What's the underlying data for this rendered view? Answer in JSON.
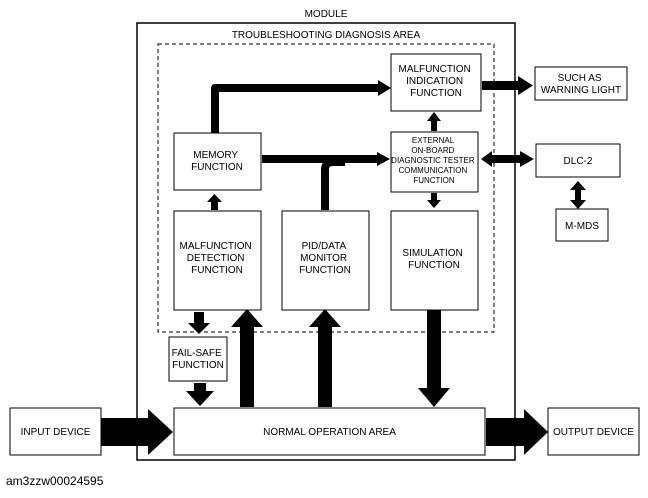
{
  "module_label": "MODULE",
  "area_label": "TROUBLESHOOTING DIAGNOSIS AREA",
  "boxes": {
    "malfunction_indication": [
      "MALFUNCTION",
      "INDICATION",
      "FUNCTION"
    ],
    "warning_light": [
      "SUCH AS",
      "WARNING LIGHT"
    ],
    "memory": [
      "MEMORY",
      "FUNCTION"
    ],
    "external_tester": [
      "EXTERNAL",
      "ON-BOARD",
      "DIAGNOSTIC TESTER",
      "COMMUNICATION",
      "FUNCTION"
    ],
    "dlc2": [
      "DLC-2"
    ],
    "mmds": [
      "M-MDS"
    ],
    "malfunction_detection": [
      "MALFUNCTION",
      "DETECTION",
      "FUNCTION"
    ],
    "pid_monitor": [
      "PID/DATA",
      "MONITOR",
      "FUNCTION"
    ],
    "simulation": [
      "SIMULATION",
      "FUNCTION"
    ],
    "fail_safe": [
      "FAIL-SAFE",
      "FUNCTION"
    ],
    "input_device": [
      "INPUT DEVICE"
    ],
    "normal_operation": [
      "NORMAL OPERATION AREA"
    ],
    "output_device": [
      "OUTPUT DEVICE"
    ]
  },
  "caption": "am3zzw00024595"
}
